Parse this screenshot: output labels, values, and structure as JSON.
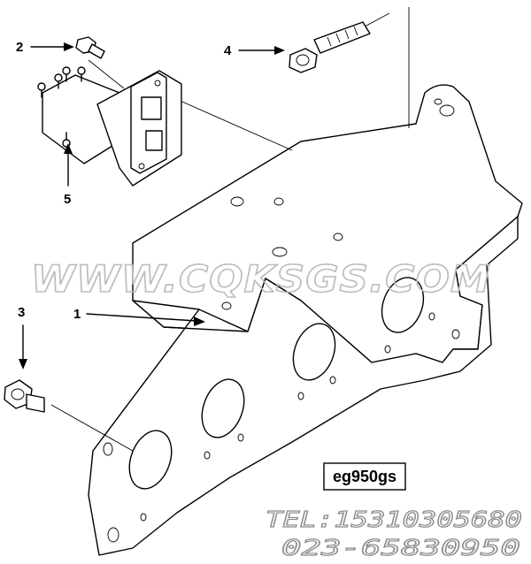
{
  "callouts": {
    "c1": "1",
    "c2": "2",
    "c3": "3",
    "c4": "4",
    "c5": "5"
  },
  "figure_code": "eg950gs",
  "watermark": "WWW.CQKSGS.COM",
  "contact": {
    "tel": "TEL:15310305680",
    "phone": "023-65830950"
  }
}
